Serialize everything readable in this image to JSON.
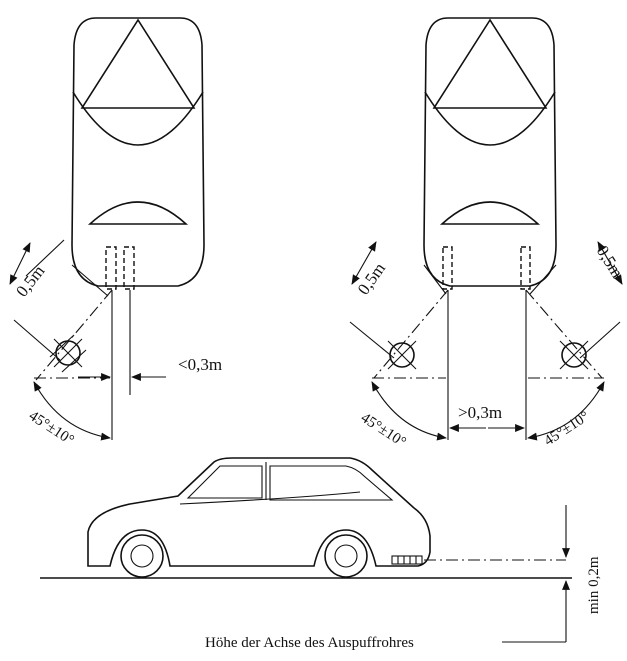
{
  "labels": {
    "left_dist": "0,5m",
    "left_gap": "<0,3m",
    "left_angle": "45°±10°",
    "right_dist_a": "0,5m",
    "right_dist_b": "0,5m",
    "right_gap": ">0,3m",
    "right_angle_a": "45°±10°",
    "right_angle_b": "45°±10°",
    "min_height": "min 0,2m",
    "axis_caption": "Höhe der Achse des Auspuffrohres"
  }
}
